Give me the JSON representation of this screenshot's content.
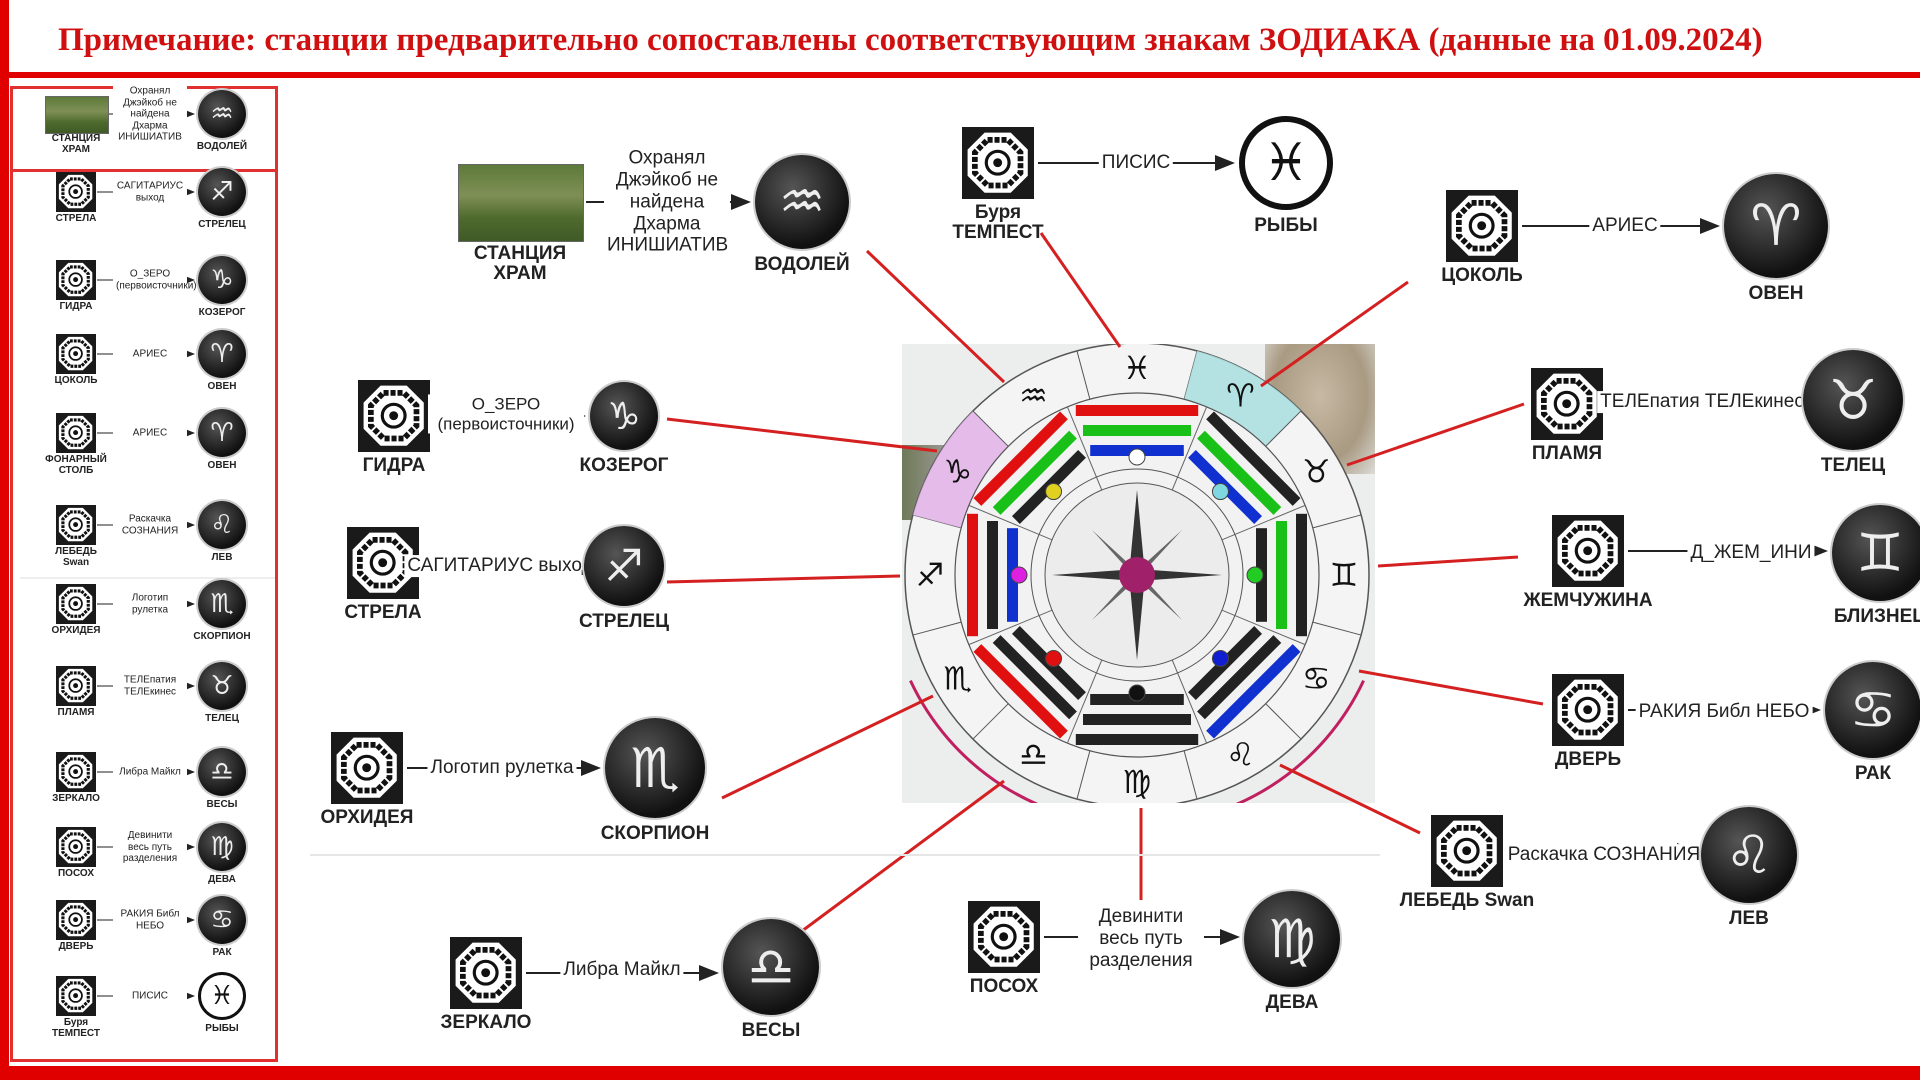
{
  "title": "Примечание: станции предварительно сопоставлены соответствующим знакам ЗОДИАКА (данные на 01.09.2024)",
  "left_panel": {
    "rows": [
      {
        "station": "СТАНЦИЯ ХРАМ",
        "link": "Охранял Джэйкоб не найдена Дхарма ИНИШИАТИВ",
        "sign": "ВОДОЛЕЙ",
        "glyph": "♒",
        "photo": true
      },
      {
        "station": "СТРЕЛА",
        "link": "САГИТАРИУС выход",
        "sign": "СТРЕЛЕЦ",
        "glyph": "♐"
      },
      {
        "station": "ГИДРА",
        "link": "О_ЗЕРО (первоисточники)",
        "sign": "КОЗЕРОГ",
        "glyph": "♑"
      },
      {
        "station": "ЦОКОЛЬ",
        "link": "АРИЕС",
        "sign": "ОВЕН",
        "glyph": "♈"
      },
      {
        "station": "ФОНАРНЫЙ СТОЛБ",
        "link": "АРИЕС",
        "sign": "ОВЕН",
        "glyph": "♈"
      },
      {
        "station": "ЛЕБЕДЬ Swan",
        "link": "Раскачка СОЗНАНИЯ",
        "sign": "ЛЕВ",
        "glyph": "♌"
      },
      {
        "station": "ОРХИДЕЯ",
        "link": "Логотип рулетка",
        "sign": "СКОРПИОН",
        "glyph": "♏"
      },
      {
        "station": "ПЛАМЯ",
        "link": "ТЕЛЕпатия ТЕЛЕкинес",
        "sign": "ТЕЛЕЦ",
        "glyph": "♉"
      },
      {
        "station": "ЗЕРКАЛО",
        "link": "Либра Майкл",
        "sign": "ВЕСЫ",
        "glyph": "♎"
      },
      {
        "station": "ПОСОХ",
        "link": "Девинити весь путь разделения",
        "sign": "ДЕВА",
        "glyph": "♍"
      },
      {
        "station": "ДВЕРЬ",
        "link": "РАКИЯ Библ НЕБО",
        "sign": "РАК",
        "glyph": "♋"
      },
      {
        "station": "Буря ТЕМПЕСТ",
        "link": "ПИСИС",
        "sign": "РЫБЫ",
        "glyph": "♓",
        "outline": true
      }
    ]
  },
  "main": {
    "pairs": [
      {
        "station": "СТАНЦИЯ ХРАМ",
        "link": "Охранял Джэйкоб не найдена Дхарма ИНИШИАТИВ",
        "sign": "ВОДОЛЕЙ",
        "glyph": "♒",
        "photo": true
      },
      {
        "station": "Буря ТЕМПЕСТ",
        "link": "ПИСИС",
        "sign": "РЫБЫ",
        "glyph": "♓",
        "outline": true
      },
      {
        "station": "ЦОКОЛЬ",
        "link": "АРИЕС",
        "sign": "ОВЕН",
        "glyph": "♈"
      },
      {
        "station": "ПЛАМЯ",
        "link": "ТЕЛЕпатия ТЕЛЕкинес",
        "sign": "ТЕЛЕЦ",
        "glyph": "♉"
      },
      {
        "station": "ЖЕМЧУЖИНА",
        "link": "Д_ЖЕМ_ИНИ",
        "sign": "БЛИЗНЕЦ",
        "glyph": "♊"
      },
      {
        "station": "ДВЕРЬ",
        "link": "РАКИЯ Библ НЕБО",
        "sign": "РАК",
        "glyph": "♋"
      },
      {
        "station": "ЛЕБЕДЬ Swan",
        "link": "Раскачка СОЗНАНИЯ",
        "sign": "ЛЕВ",
        "glyph": "♌"
      },
      {
        "station": "ПОСОХ",
        "link": "Девинити весь путь разделения",
        "sign": "ДЕВА",
        "glyph": "♍"
      },
      {
        "station": "ЗЕРКАЛО",
        "link": "Либра Майкл",
        "sign": "ВЕСЫ",
        "glyph": "♎"
      },
      {
        "station": "ОРХИДЕЯ",
        "link": "Логотип рулетка",
        "sign": "СКОРПИОН",
        "glyph": "♏"
      },
      {
        "station": "СТРЕЛА",
        "link": "САГИТАРИУС выход",
        "sign": "СТРЕЛЕЦ",
        "glyph": "♐"
      },
      {
        "station": "ГИДРА",
        "link": "О_ЗЕРО (первоисточники)",
        "sign": "КОЗЕРОГ",
        "glyph": "♑"
      }
    ]
  },
  "wheel": {
    "signs": [
      "♓",
      "♈",
      "♉",
      "♊",
      "♋",
      "♌",
      "♍",
      "♎",
      "♏",
      "♐",
      "♑",
      "♒"
    ],
    "highlight_colors": {
      "♈": "#a8dede",
      "♑": "#e2b0e8"
    },
    "dot_colors": [
      "#ffffff",
      "#7fd8e0",
      "#22cc22",
      "#1020d0",
      "#111111",
      "#e01010",
      "#e020e0",
      "#e0d020"
    ],
    "center_color": "#a0206a"
  },
  "colors": {
    "accent": "#e00000",
    "connector": "#d42020"
  }
}
